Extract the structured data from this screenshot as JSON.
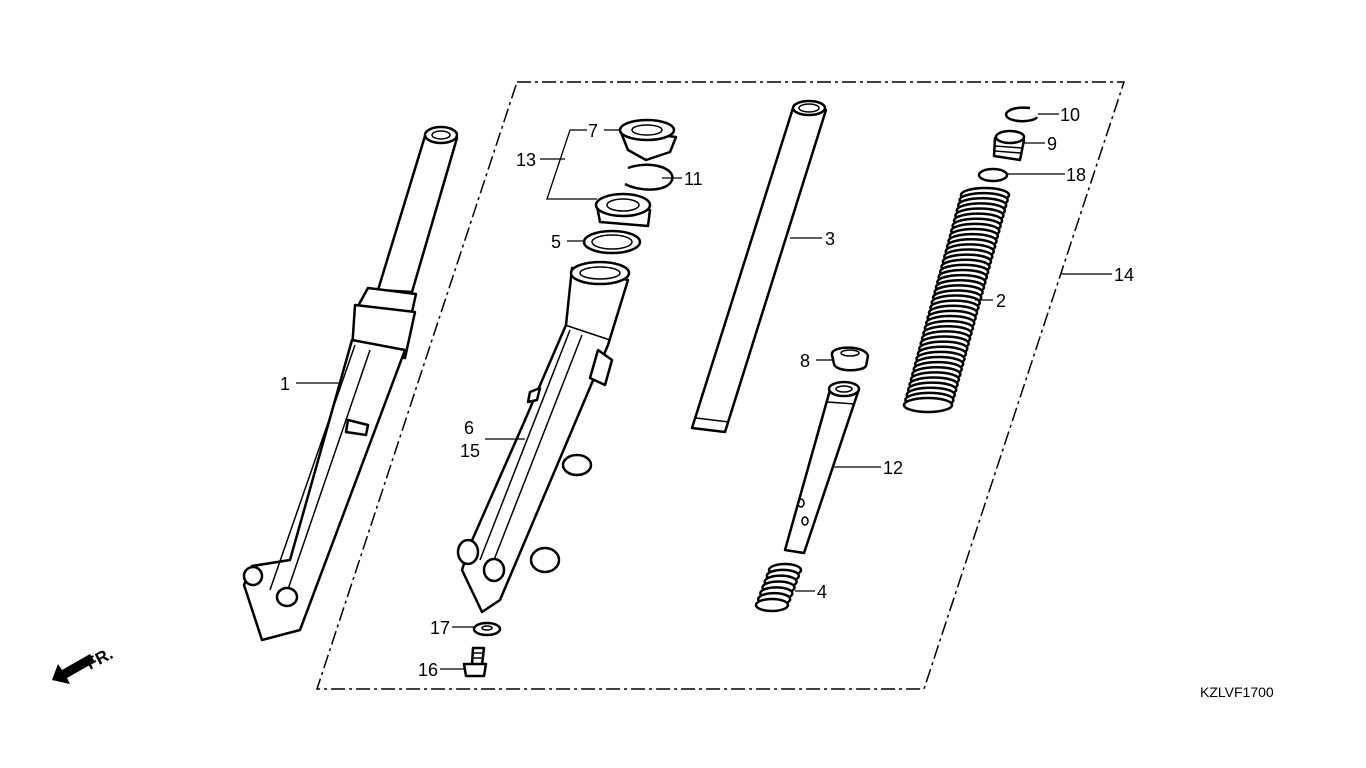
{
  "diagram": {
    "code": "KZLVF1700",
    "direction_marker": "FR.",
    "callouts": [
      "1",
      "2",
      "3",
      "4",
      "5",
      "6",
      "7",
      "8",
      "9",
      "10",
      "11",
      "12",
      "13",
      "14",
      "15",
      "16",
      "17",
      "18"
    ]
  }
}
